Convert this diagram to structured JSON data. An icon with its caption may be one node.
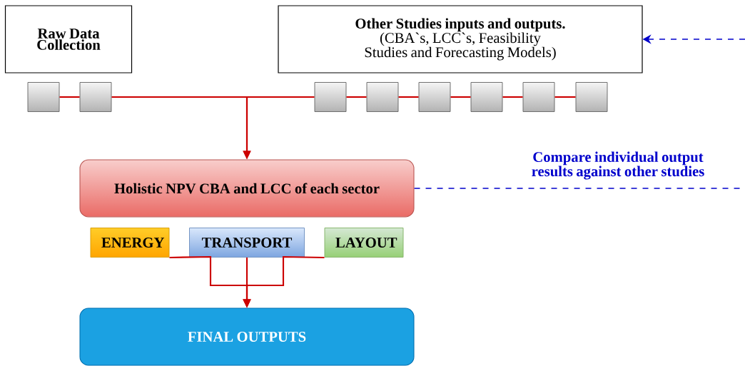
{
  "diagram": {
    "nodes": [
      {
        "text": [
          "Raw Data Collection"
        ]
      },
      {
        "text": [
          "Other Studies inputs and outputs.",
          "(CBA`s, LCC`s, Feasibility Studies and Forecasting Models)"
        ]
      },
      {
        "text": [],
        "shape": "box"
      },
      {
        "text": [],
        "shape": "box"
      },
      {
        "text": [],
        "shape": "box"
      },
      {
        "text": [],
        "shape": "box"
      },
      {
        "text": [],
        "shape": "box"
      },
      {
        "text": [],
        "shape": "box"
      },
      {
        "text": [],
        "shape": "box"
      },
      {
        "text": [],
        "shape": "box"
      },
      {
        "text": [
          "Holistic NPV CBA and LCC of each sector"
        ]
      },
      {
        "text": [
          "ENERGY"
        ]
      },
      {
        "text": [
          "TRANSPORT"
        ]
      },
      {
        "text": [
          "LAYOUT"
        ]
      },
      {
        "text": [
          "FINAL OUTPUTS"
        ]
      }
    ],
    "edges": [
      {
        "from": 2,
        "to": 3,
        "arrow": "none"
      },
      {
        "from": 3,
        "to": 10,
        "arrow": "to"
      },
      {
        "from": 4,
        "to": 10,
        "arrow": "to"
      },
      {
        "from": 4,
        "to": 5,
        "arrow": "none"
      },
      {
        "from": 5,
        "to": 6,
        "arrow": "none"
      },
      {
        "from": 6,
        "to": 7,
        "arrow": "none"
      },
      {
        "from": 7,
        "to": 8,
        "arrow": "none"
      },
      {
        "from": 8,
        "to": 9,
        "arrow": "none"
      },
      {
        "from": 11,
        "to": 14,
        "arrow": "to"
      },
      {
        "from": 12,
        "to": 14,
        "arrow": "to"
      },
      {
        "from": 13,
        "to": 14,
        "arrow": "to"
      },
      {
        "from": 10,
        "to": null,
        "arrow": "none",
        "style": "dashed",
        "color": "#0000cc",
        "label": "Compare individual output results against other studies"
      },
      {
        "from": null,
        "to": 1,
        "arrow": "to",
        "style": "dashed",
        "color": "#0000cc"
      }
    ]
  }
}
